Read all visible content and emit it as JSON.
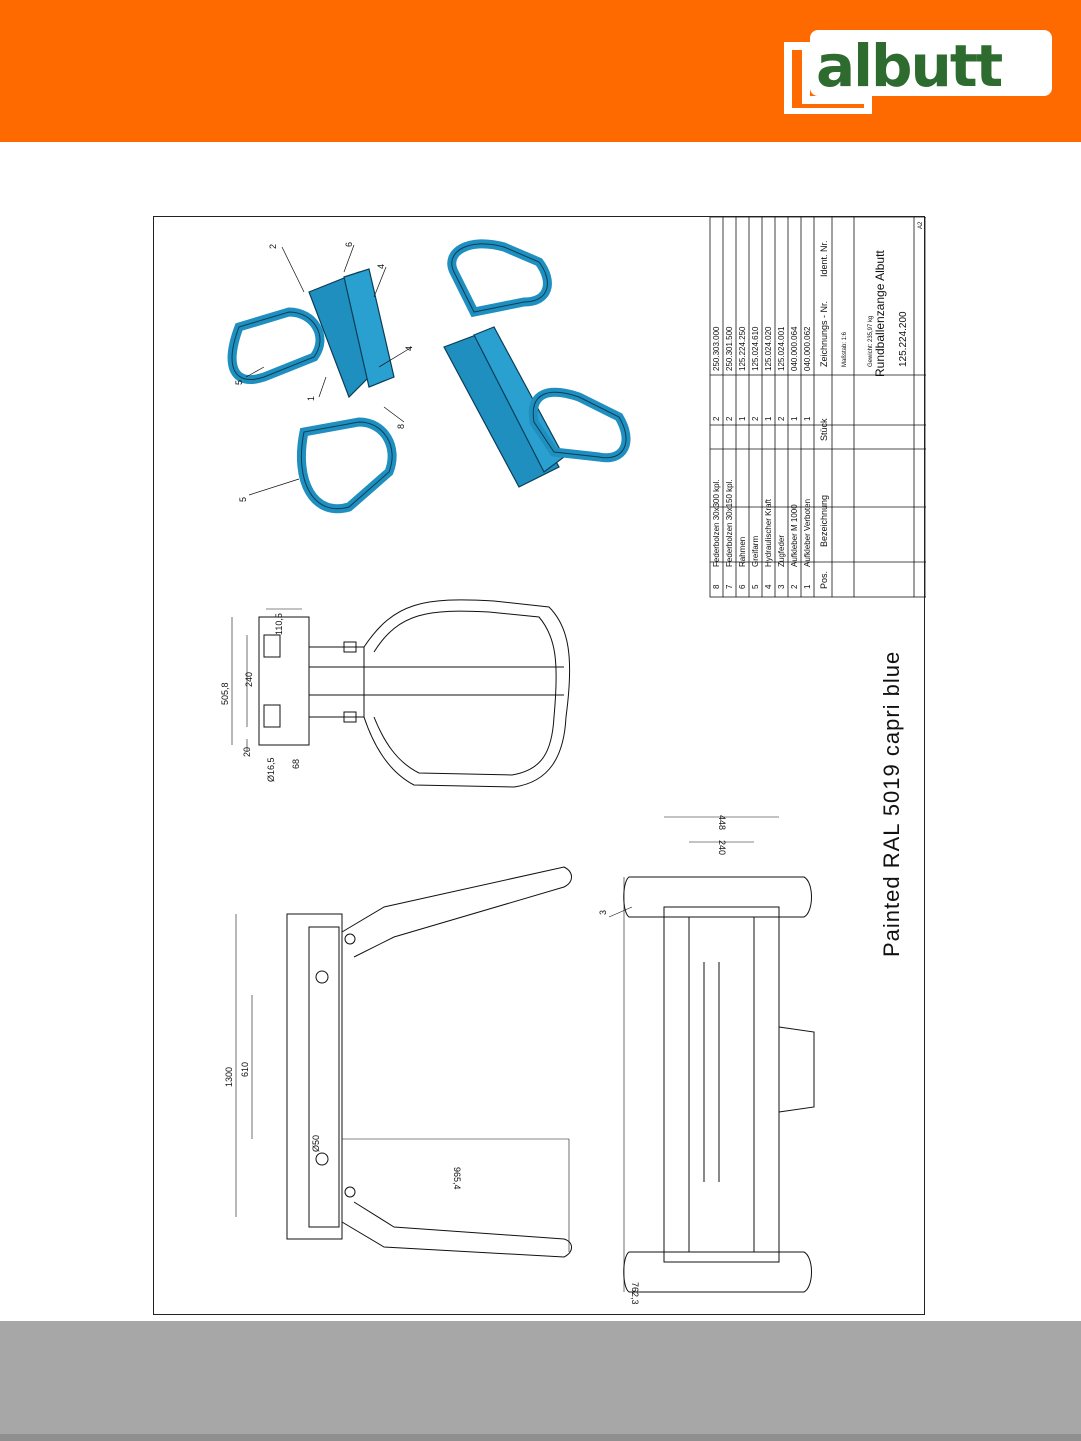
{
  "brand": {
    "name": "albutt",
    "colors": {
      "header": "#ff6a00",
      "logo_green": "#2e7d32",
      "footer": "#a7a7a7",
      "part_blue": "#1f8fbf"
    }
  },
  "drawing": {
    "paint_note": "Painted RAL 5019 capri blue",
    "title": "Rundballenzange Albutt",
    "drawing_number": "125.224.200",
    "weight_label": "Gewicht: 235,97 kg",
    "scale_label": "Maßstab: 1:6",
    "sheet_label": "A2",
    "callouts": [
      "2",
      "6",
      "4",
      "5",
      "1",
      "4",
      "8",
      "5",
      "3"
    ],
    "dimensions": {
      "side_width": "505,8",
      "side_inner": "240",
      "side_top": "110,5",
      "side_small_a": "20",
      "side_small_b": "68",
      "side_hole": "Ø16,5",
      "plan_outer": "448",
      "plan_inner": "240",
      "front_length": "1300",
      "front_pitch": "610",
      "front_hole": "Ø50",
      "front_reach": "965,4",
      "plan_length": "762,3"
    },
    "parts_header": {
      "pos": "Pos.",
      "designation": "Bezeichnung",
      "qty": "Stück",
      "drawing_no": "Zeichnungs - Nr.",
      "ident": "Ident. Nr."
    },
    "parts": [
      {
        "pos": "8",
        "name": "Federbolzen 30x300 kpl.",
        "qty": "2",
        "no": "250.303.000"
      },
      {
        "pos": "7",
        "name": "Federbolzen 30x150 kpl.",
        "qty": "2",
        "no": "250.301.500"
      },
      {
        "pos": "6",
        "name": "Rahmen",
        "qty": "1",
        "no": "125.224.250"
      },
      {
        "pos": "5",
        "name": "Greifarm",
        "qty": "2",
        "no": "125.024.610"
      },
      {
        "pos": "4",
        "name": "Hydraulischer Kraft",
        "qty": "1",
        "no": "125.024.020"
      },
      {
        "pos": "3",
        "name": "Zugfeder",
        "qty": "2",
        "no": "125.024.001"
      },
      {
        "pos": "2",
        "name": "Aufkleber M 1000",
        "qty": "1",
        "no": "040.000.064"
      },
      {
        "pos": "1",
        "name": "Aufkleber Verboten",
        "qty": "1",
        "no": "040.000.062"
      }
    ]
  }
}
